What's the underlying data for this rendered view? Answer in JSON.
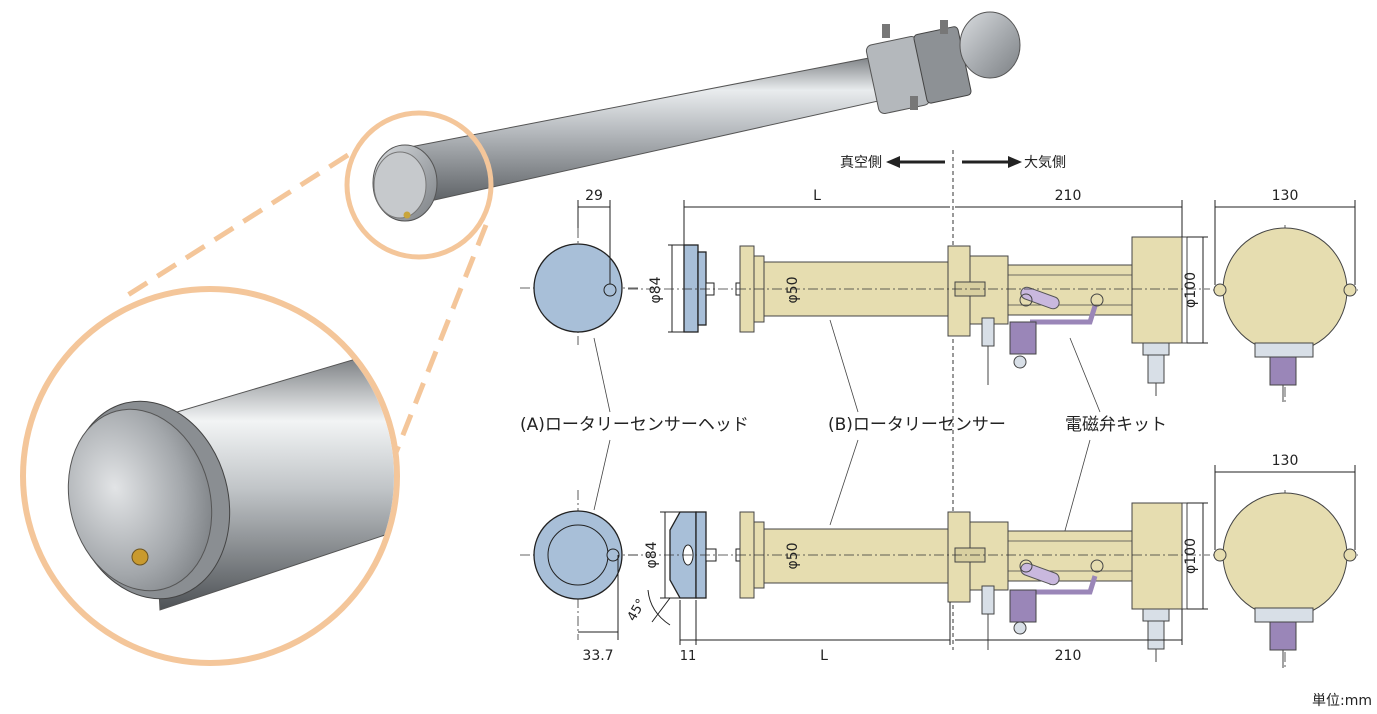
{
  "labels": {
    "vacuum_side": "真空側",
    "atmosphere_side": "大気側",
    "head_label": "(A)ロータリーセンサーヘッド",
    "sensor_label": "(B)ロータリーセンサー",
    "valve_label": "電磁弁キット",
    "unit": "単位:mm"
  },
  "dimensions": {
    "head_offset": "29",
    "length_top": "L",
    "atm_length_top": "210",
    "width_top": "130",
    "dia_head_top": "φ84",
    "dia_shaft_top": "φ50",
    "dia_box_top": "φ100",
    "width_bottom": "130",
    "dia_head_bottom": "φ84",
    "dia_shaft_bottom": "φ50",
    "dia_box_bottom": "φ100",
    "angle": "45°",
    "head_depth": "33.7",
    "gap": "11",
    "length_bottom": "L",
    "atm_length_bottom": "210"
  },
  "colors": {
    "highlight_ring": "#f4c69a",
    "head_blue": "#a8bfd8",
    "body_yellow": "#e6ddb0",
    "valve_purple": "#9a86b8"
  }
}
